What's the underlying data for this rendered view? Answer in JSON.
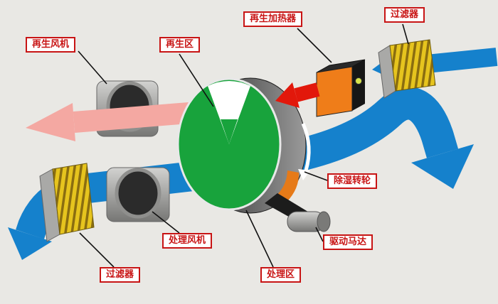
{
  "diagram": {
    "title": "desiccant-wheel-dehumidifier-schematic",
    "labels": {
      "regen_fan": "再生风机",
      "regen_zone": "再生区",
      "regen_heater": "再生加热器",
      "filter_top_right": "过滤器",
      "dehumid_wheel": "除湿转轮",
      "drive_motor": "驱动马达",
      "process_fan": "处理风机",
      "process_zone": "处理区",
      "filter_bottom_left": "过滤器"
    },
    "colors": {
      "background": "#e9e8e4",
      "process_air_blue": "#1581cc",
      "regen_exhaust_pink": "#f4a8a2",
      "hot_air_red": "#e2180b",
      "wheel_green": "#18a33c",
      "heater_orange": "#ef7d19",
      "filter_yellow": "#e6c41e",
      "label_red": "#c81414",
      "component_gray": "#a9a9a7"
    }
  }
}
